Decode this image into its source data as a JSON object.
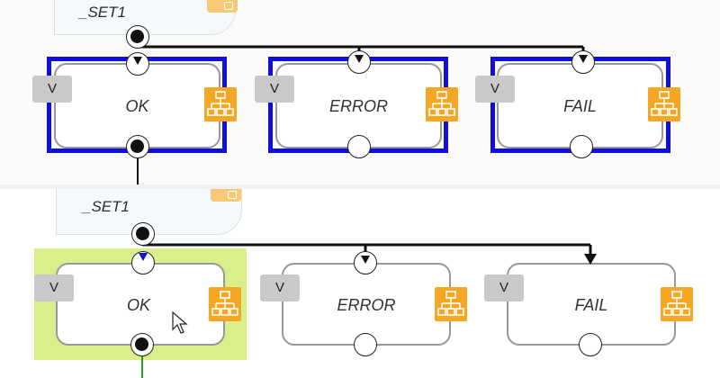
{
  "top": {
    "set_label": "_SET1",
    "states": [
      {
        "label": "OK",
        "badge": "V"
      },
      {
        "label": "ERROR",
        "badge": "V"
      },
      {
        "label": "FAIL",
        "badge": "V"
      }
    ]
  },
  "bottom": {
    "set_label": "_SET1",
    "states": [
      {
        "label": "OK",
        "badge": "V"
      },
      {
        "label": "ERROR",
        "badge": "V"
      },
      {
        "label": "FAIL",
        "badge": "V"
      }
    ]
  },
  "icons": {
    "state_icon": "hierarchy-icon",
    "set_icon": "folder-icon"
  },
  "colors": {
    "selection_frame": "#1010d8",
    "hover_highlight": "#d8ef8c",
    "hierarchy_icon": "#f5a623",
    "badge": "#c9c9c9",
    "transition_green": "#2a9a2a",
    "arrow_blue": "#1010d8"
  }
}
